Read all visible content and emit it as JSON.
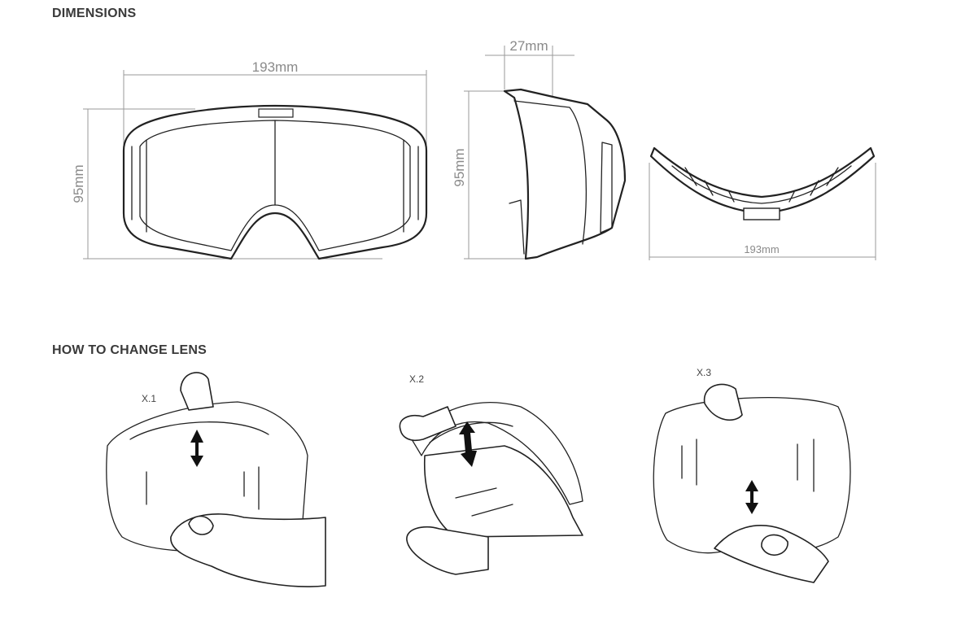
{
  "sections": {
    "dimensions": "DIMENSIONS",
    "change_lens": "HOW TO CHANGE LENS"
  },
  "dimensions": {
    "front_width": "193mm",
    "front_height": "95mm",
    "side_depth": "27mm",
    "side_height": "95mm",
    "top_width": "193mm"
  },
  "steps": [
    "X.1",
    "X.2",
    "X.3"
  ]
}
